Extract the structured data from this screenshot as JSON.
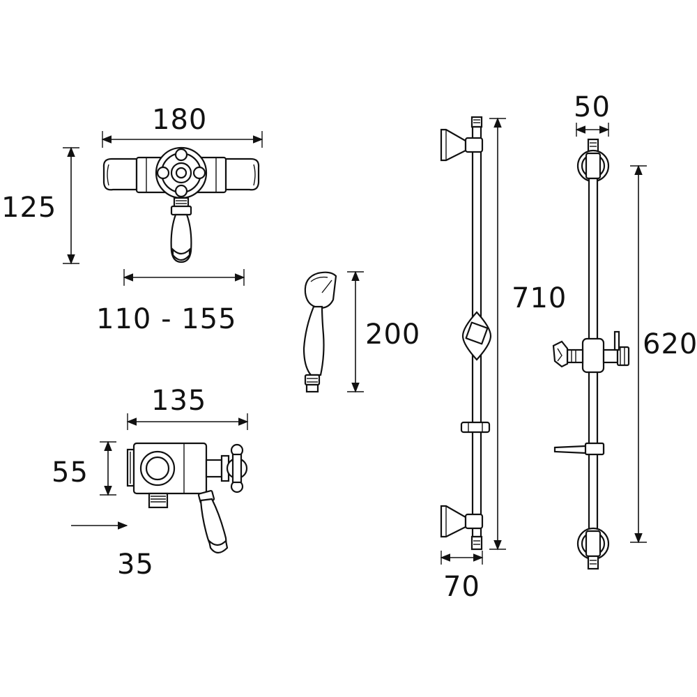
{
  "dimensions": {
    "valve_width": "180",
    "valve_height": "125",
    "valve_centres": "110 - 155",
    "valve_side_width": "135",
    "valve_depth": "55",
    "valve_projection": "35",
    "handset_length": "200",
    "riser_length": "710",
    "riser_depth": "70",
    "slide_rail_width": "50",
    "slide_rail_centres": "620"
  },
  "colors": {
    "line": "#111111",
    "background": "#ffffff"
  }
}
